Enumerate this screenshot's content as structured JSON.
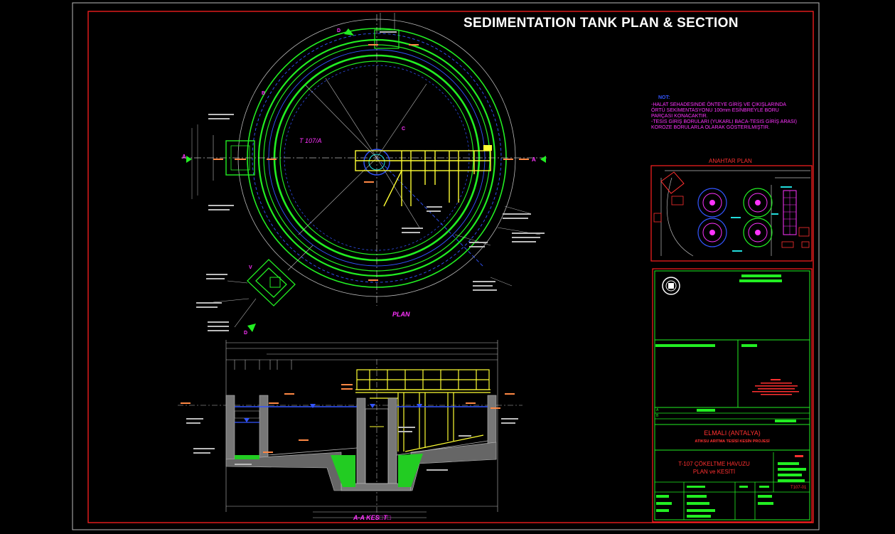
{
  "title": "SEDIMENTATION TANK PLAN & SECTION",
  "plan": {
    "label": "PLAN",
    "tank_label": "T 107/A",
    "marks": {
      "a_left": "A",
      "a_right": "A",
      "d_top": "D",
      "d_bottom": "D",
      "c": "C",
      "v": "V",
      "b": "B"
    }
  },
  "section": {
    "label": "A-A KES□T□"
  },
  "notes": {
    "heading": "NOT:",
    "lines": [
      "-HALAT SEHADESINDE ÖNTEYE GİRİŞ VE ÇIKIŞLARINDA",
      "  ÖRTÜ SEKİMENTASYONU 100mm ESİNBREYLE BORU",
      "  PARÇASI KONACAKTIR.",
      "-TESIS GİRİŞ BORULARI (YUKARLI BACA-TESIS GİRİŞ ARASI)",
      "  KOROZE BORULARLA OLARAK GÖSTERILMIŞTIR."
    ]
  },
  "key_plan": {
    "label": "ANAHTAR PLAN"
  },
  "title_block": {
    "project_place": "ELMALI (ANTALYA)",
    "project_name": "ATIKSU ARITMA TESİSİ KESİN PROJESİ",
    "drawing_title_1": "T-107 ÇÖKELTME HAVUZU",
    "drawing_title_2": "PLAN ve KESİTİ",
    "drawing_no": "T107-01",
    "row_a": "A",
    "row_b": "B"
  },
  "colors": {
    "background": "#000000",
    "frame": "#ff2020",
    "green": "#22ee22",
    "yellow": "#ffff33",
    "magenta": "#ff33ff",
    "blue": "#3355ff",
    "white": "#ffffff",
    "cyan": "#22dddd"
  }
}
